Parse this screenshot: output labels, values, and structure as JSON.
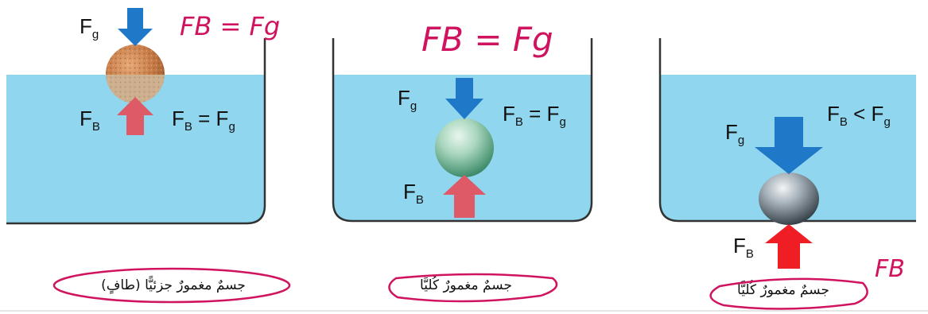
{
  "colors": {
    "water": "#8fd6ee",
    "water_edge": "#6cc4e4",
    "down_arrow": "#1f78c8",
    "up_arrow_soft": "#dd5a66",
    "up_arrow_strong": "#ee1e24",
    "ink": "#d0135e",
    "container": "#333333"
  },
  "panels": [
    {
      "caption": "جسمٌ مغمورٌ جزئيًّا (طافٍ)",
      "fg_main": "F",
      "fg_sub": "g",
      "fb_main": "F",
      "fb_sub": "B",
      "relation": {
        "l": "F",
        "ls": "B",
        "op": " = ",
        "r": "F",
        "rs": "g"
      },
      "handwritten": "FB = Fg",
      "ball": "sponge-ball-icon"
    },
    {
      "caption": "جسمٌ مغمورٌ كُليًّا",
      "fg_main": "F",
      "fg_sub": "g",
      "fb_main": "F",
      "fb_sub": "B",
      "relation": {
        "l": "F",
        "ls": "B",
        "op": " = ",
        "r": "F",
        "rs": "g"
      },
      "handwritten": "FB = Fg",
      "ball": "green-ball-icon"
    },
    {
      "caption": "جسمٌ مغمورٌ كُليًّا",
      "fg_main": "F",
      "fg_sub": "g",
      "fb_main": "F",
      "fb_sub": "B",
      "relation": {
        "l": "F",
        "ls": "B",
        "op": " < ",
        "r": "F",
        "rs": "g"
      },
      "handwritten": "FB",
      "ball": "metal-ball-icon"
    }
  ]
}
